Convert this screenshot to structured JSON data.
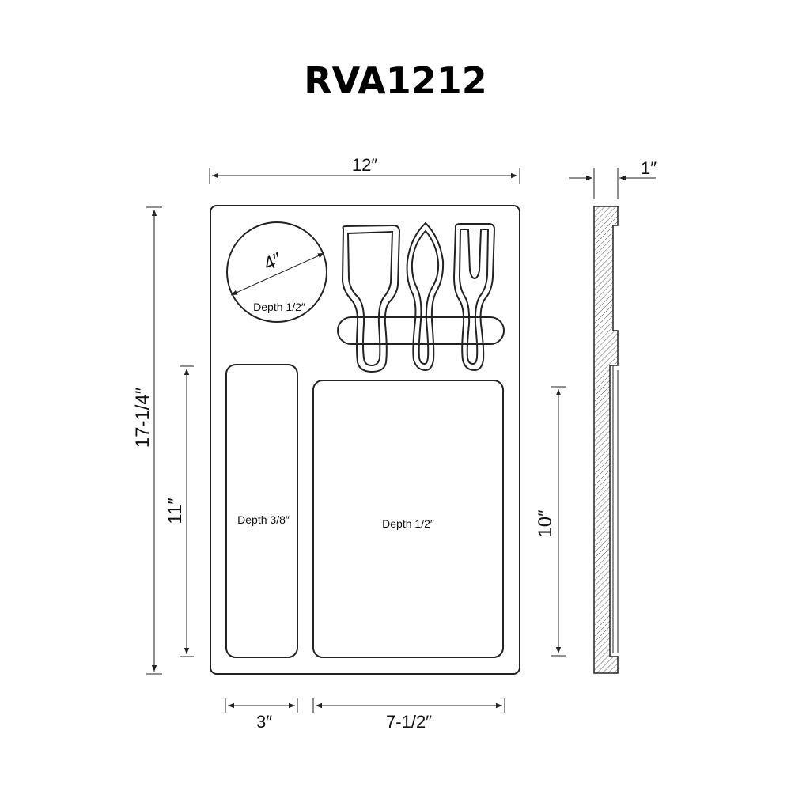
{
  "title": "RVA1212",
  "dimensions": {
    "overall_width": "12″",
    "overall_height": "17-1/4″",
    "thickness": "1″",
    "circle_diameter": "4″",
    "left_slot_height": "11″",
    "right_panel_height": "10″",
    "left_slot_width": "3″",
    "right_panel_width": "7-1/2″"
  },
  "labels": {
    "circle_depth": "Depth 1/2″",
    "left_slot_depth": "Depth 3/8″",
    "right_panel_depth": "Depth 1/2″"
  },
  "colors": {
    "line": "#222222",
    "hatch": "#555555",
    "background": "#ffffff"
  }
}
